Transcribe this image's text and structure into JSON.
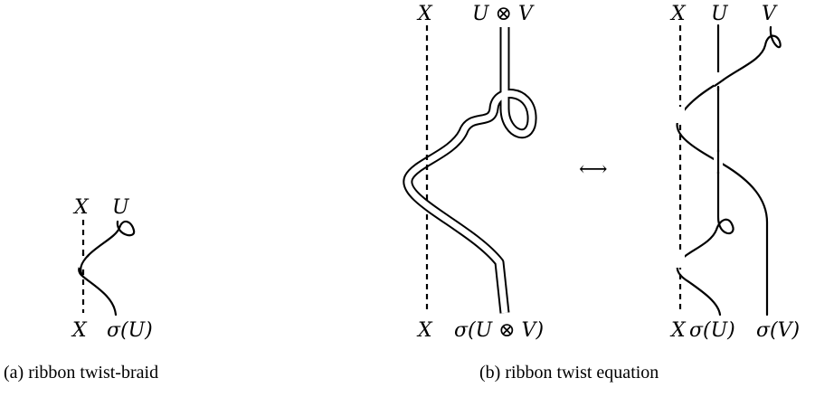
{
  "panel_a": {
    "top_x": "X",
    "top_u": "U",
    "bottom_x": "X",
    "bottom_sigma_u": "σ(U)",
    "caption": "(a) ribbon twist-braid"
  },
  "panel_b_left": {
    "top_x": "X",
    "top_uv": "U ⊗ V",
    "bottom_x": "X",
    "bottom_sigma_uv": "σ(U ⊗ V)"
  },
  "arrow": "⟷",
  "panel_b_right": {
    "top_x": "X",
    "top_u": "U",
    "top_v": "V",
    "bottom_x": "X",
    "bottom_sigma_u": "σ(U)",
    "bottom_sigma_v": "σ(V)"
  },
  "caption_b": "(b) ribbon twist equation"
}
